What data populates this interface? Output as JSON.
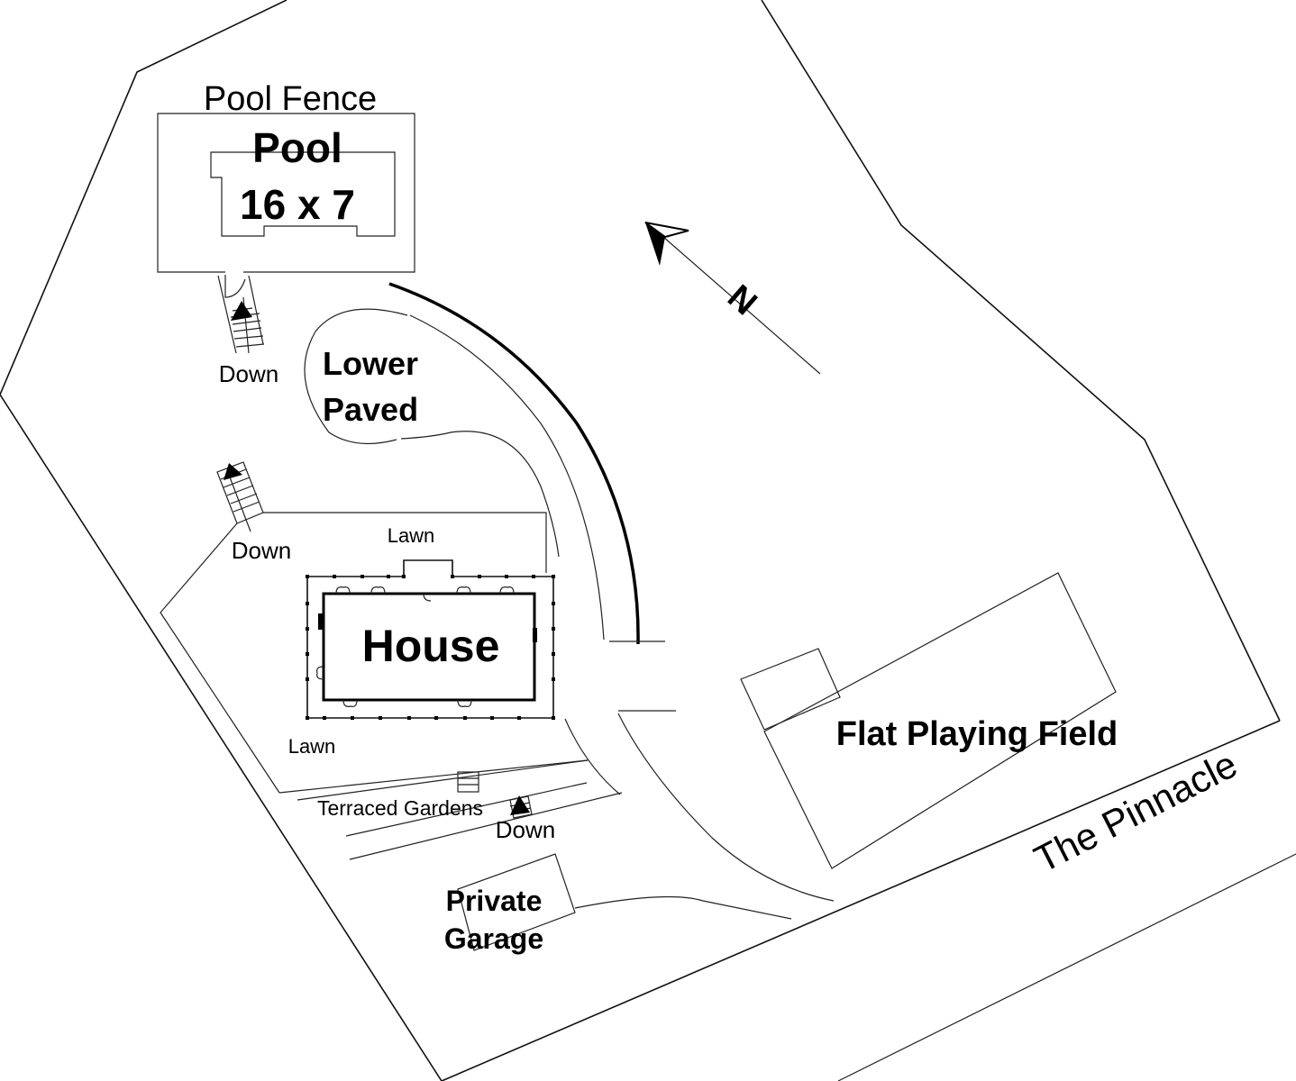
{
  "map": {
    "type": "site-plan",
    "labels": {
      "pool_fence": "Pool Fence",
      "pool_title": "Pool",
      "pool_size": "16 x 7",
      "down_pool_stairs": "Down",
      "lower_paved_line1": "Lower",
      "lower_paved_line2": "Paved",
      "down_west_stairs": "Down",
      "lawn_north": "Lawn",
      "house": "House",
      "lawn_south": "Lawn",
      "terraced_gardens": "Terraced Gardens",
      "down_garden_stairs": "Down",
      "private_garage_line1": "Private",
      "private_garage_line2": "Garage",
      "flat_playing_field": "Flat Playing Field",
      "road": "The Pinnacle",
      "north": "N"
    },
    "compass": {
      "direction": "north",
      "icon": "north-arrow-icon"
    },
    "colors": {
      "line": "#000000",
      "background": "#ffffff"
    }
  }
}
